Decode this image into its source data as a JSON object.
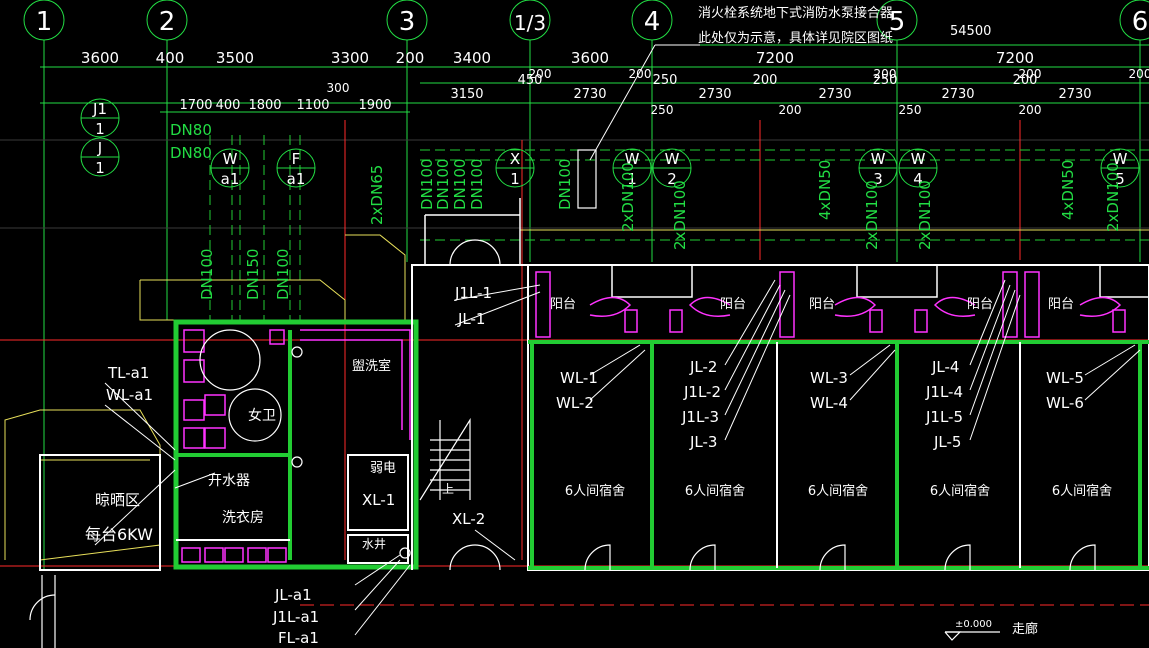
{
  "colors": {
    "background": "#000000",
    "grid_axis": "#22dd44",
    "dimension": "#ffffff",
    "wall": "#ffffff",
    "wall_fill": "#22cc33",
    "pipe": "#ff2a2a",
    "leader": "#ffffff",
    "fixture": "#ff33ff",
    "annotation": "#ffffff",
    "yellow": "#e8e05a",
    "pipe_text": "#22dd44"
  },
  "axes": [
    {
      "label": "1"
    },
    {
      "label": "2"
    },
    {
      "label": "3"
    },
    {
      "label": "1/3"
    },
    {
      "label": "4"
    },
    {
      "label": "5"
    },
    {
      "label": "6"
    }
  ],
  "notes": {
    "line1": "消火栓系统地下式消防水泵接合器",
    "line2": "此处仅为示意，具体详见院区图纸",
    "total": "54500"
  },
  "dims_row1": [
    "3600",
    "400",
    "3500",
    "3300",
    "200",
    "3400",
    "3600",
    "7200",
    "7200"
  ],
  "dims_row2": [
    "1700",
    "400",
    "1800",
    "1100",
    "1900",
    "3150",
    "450",
    "2730",
    "250",
    "2730",
    "200",
    "2730",
    "250",
    "2730",
    "200",
    "2730"
  ],
  "dims_extra": [
    "300",
    "200",
    "200",
    "250",
    "200",
    "200",
    "250",
    "200",
    "200",
    "200"
  ],
  "pipe_tags": [
    {
      "top": "J1",
      "bottom": "1"
    },
    {
      "top": "J",
      "bottom": "1"
    },
    {
      "top": "W",
      "bottom": "a1"
    },
    {
      "top": "F",
      "bottom": "a1"
    },
    {
      "top": "X",
      "bottom": "1"
    },
    {
      "top": "W",
      "bottom": "1"
    },
    {
      "top": "W",
      "bottom": "2"
    },
    {
      "top": "W",
      "bottom": "3"
    },
    {
      "top": "W",
      "bottom": "4"
    },
    {
      "top": "W",
      "bottom": "5"
    }
  ],
  "pipe_sizes": [
    "DN80",
    "DN80",
    "DN100",
    "DN150",
    "DN100",
    "2xDN65",
    "DN100",
    "DN100",
    "DN100",
    "DN100",
    "DN100",
    "2xDN100",
    "2xDN100",
    "4xDN50",
    "2xDN100",
    "2xDN100",
    "4xDN50",
    "2xDN100"
  ],
  "rooms": {
    "sunning": "晾晒区",
    "heater": "每台6KW",
    "water_heater": "开水器",
    "laundry": "洗衣房",
    "toilet": "女卫",
    "washroom": "盥洗室",
    "weak_current": "弱电",
    "shaft": "水井",
    "balcony": "阳台",
    "dorm": "6人间宿舍",
    "corridor": "走廊",
    "level": "±0.000",
    "up": "上"
  },
  "pipe_labels": [
    "TL-a1",
    "WL-a1",
    "JL-a1",
    "J1L-a1",
    "FL-a1",
    "J1L-1",
    "JL-1",
    "XL-1",
    "XL-2",
    "WL-1",
    "WL-2",
    "JL-2",
    "J1L-2",
    "J1L-3",
    "JL-3",
    "WL-3",
    "WL-4",
    "JL-4",
    "J1L-4",
    "J1L-5",
    "JL-5",
    "WL-5",
    "WL-6"
  ]
}
